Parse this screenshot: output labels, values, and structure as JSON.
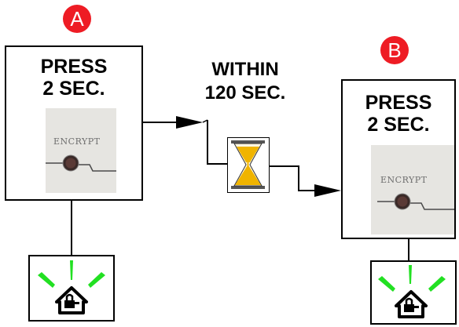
{
  "step_a": {
    "badge": "A",
    "press_line1": "PRESS",
    "press_line2": "2 SEC.",
    "button_label": "ENCRYPT"
  },
  "timer": {
    "line1": "WITHIN",
    "line2": "120 SEC."
  },
  "step_b": {
    "badge": "B",
    "press_line1": "PRESS",
    "press_line2": "2 SEC.",
    "button_label": "ENCRYPT"
  },
  "icons": {
    "step_a_indicator": "home-lock-icon",
    "step_b_indicator": "home-lock-icon",
    "timer": "hourglass-icon"
  },
  "colors": {
    "badge": "#ee1c24",
    "indicator_rays": "#22e022",
    "hourglass_sand": "#f0b400"
  }
}
